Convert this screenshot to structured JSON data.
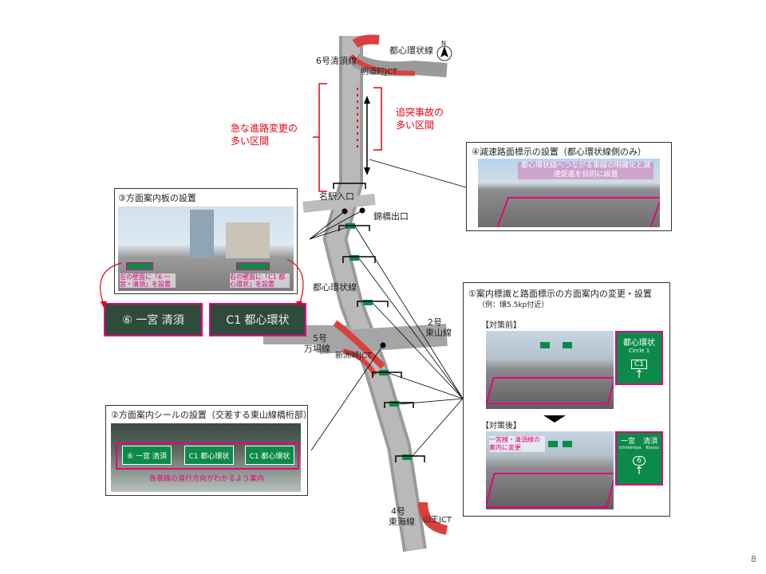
{
  "page_number": "8",
  "map": {
    "route6": "6号清須線",
    "toshin": "都心環状線",
    "meidomachi": "明道町JCT",
    "kyuna": "急な進路変更の",
    "kyuna2": "多い区間",
    "tsuitotsu": "追突事故の",
    "tsuitotsu2": "多い区間",
    "meieki": "名駅入口",
    "nishiki": "錦橋出口",
    "toshin2": "都心環状線",
    "route2a": "2号",
    "route2b": "東山線",
    "route5a": "5号",
    "route5b": "万場線",
    "shinsu": "新洲崎JCT",
    "route4a": "4号",
    "route4b": "東海線",
    "sanno": "山王JCT",
    "north": "N"
  },
  "panel3": {
    "title": "③方面案内板の設置",
    "left_caption": "左の壁面に「6 一宮・清須」を設置",
    "right_caption": "右の壁面に「C1 都心環状」を設置",
    "zoom_left": "⑥ 一宮 清須",
    "zoom_right": "C1 都心環状"
  },
  "panel4": {
    "title": "④減速路面標示の設置（都心環状線側のみ）",
    "caption": "都心環状線へつながる車線の明確化と減速促進を目的に設置"
  },
  "panel2": {
    "title": "②方面案内シールの設置（交差する東山線橋桁部）",
    "caption": "各車線の進行方向がわかるよう案内",
    "sign1": "⑥ 一宮 清須",
    "sign2": "C1 都心環状",
    "sign3": "C1 都心環状"
  },
  "panel1": {
    "title": "①案内標識と路面標示の方面案内の変更・設置",
    "subtitle": "（例：環5.5kp付近）",
    "before": "【対策前】",
    "after": "【対策後】",
    "before_sign_title": "都心環状",
    "before_sign_sub": "Circle 1",
    "before_sign_code": "C1",
    "after_caption": "一宮線・清須線の案内に変更",
    "after_sign_a": "一宮",
    "after_sign_b": "清須",
    "after_sign_a_en": "Ichinomiya",
    "after_sign_b_en": "Kiyosu",
    "after_sign_code": "6"
  }
}
